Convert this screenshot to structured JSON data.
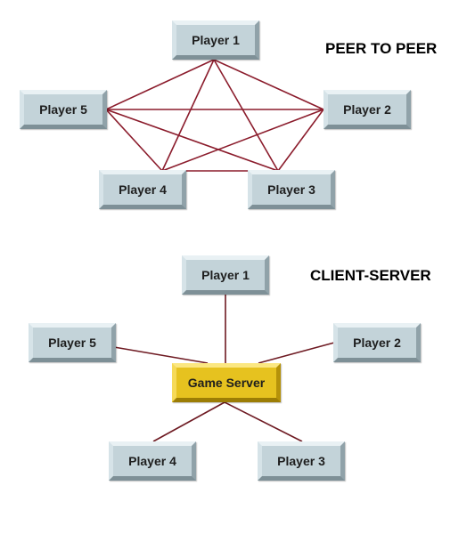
{
  "peer_to_peer": {
    "title": "PEER TO PEER",
    "nodes": [
      "Player 1",
      "Player 2",
      "Player 3",
      "Player 4",
      "Player 5"
    ]
  },
  "client_server": {
    "title": "CLIENT-SERVER",
    "server": "Game Server",
    "nodes": [
      "Player 1",
      "Player 2",
      "Player 3",
      "Player 4",
      "Player 5"
    ]
  },
  "colors": {
    "peer_link": "#8b1c2c",
    "server_link": "#6e1a22",
    "player_box": "#c3d3d9",
    "server_box": "#e6c21f"
  }
}
